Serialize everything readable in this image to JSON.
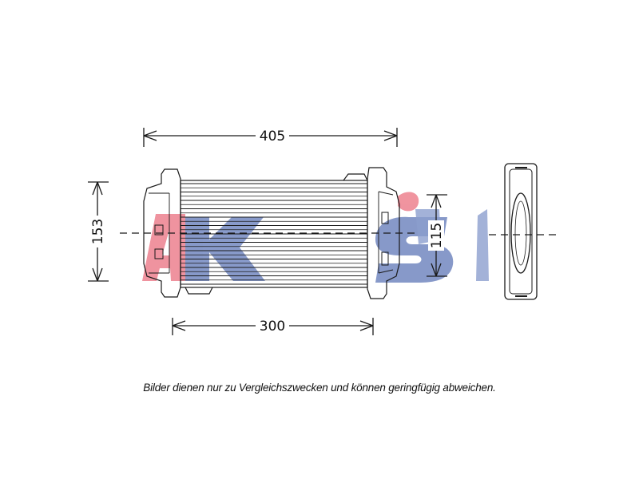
{
  "dimensions": {
    "overall_width": "405",
    "core_width": "300",
    "overall_height": "153",
    "connection_height": "115"
  },
  "watermark": {
    "text": "AKS",
    "colors": [
      "#e8384f",
      "#1c3f94"
    ]
  },
  "caption": "Bilder dienen nur zu Vergleichszwecken und können geringfügig abweichen."
}
